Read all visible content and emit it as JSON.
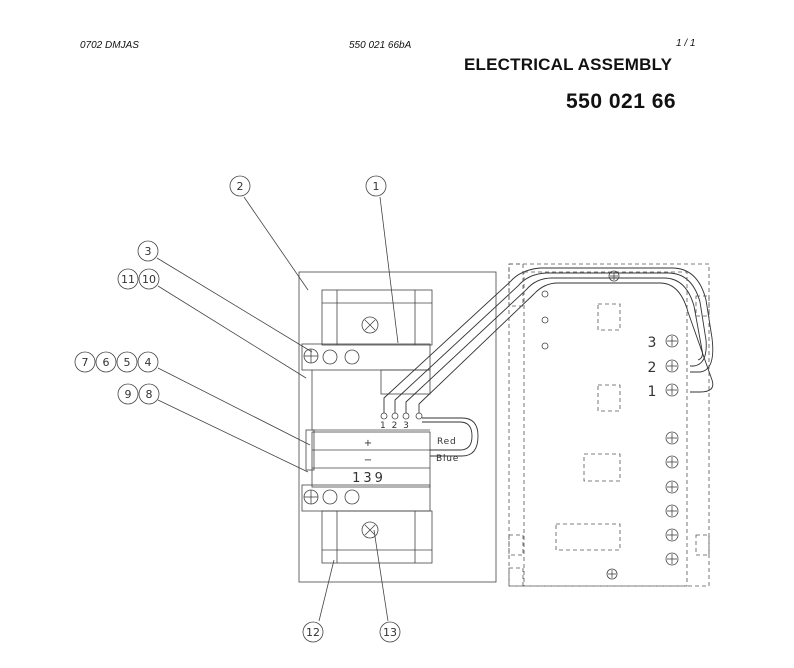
{
  "header": {
    "doc_code": "0702 DMJAS",
    "doc_ref": "550 021 66bA",
    "page": "1 /  1",
    "title": "ELECTRICAL ASSEMBLY",
    "part_number": "550 021 66"
  },
  "callouts": [
    "2",
    "1",
    "3",
    "11",
    "10",
    "7",
    "6",
    "5",
    "4",
    "9",
    "8",
    "12",
    "13"
  ],
  "terminal_block": {
    "pin_labels": "1 2 3",
    "plus": "+",
    "minus": "−",
    "value": "139"
  },
  "wires": {
    "red": "Red",
    "blue": "Blue"
  },
  "board_terminals": [
    "3",
    "2",
    "1"
  ]
}
